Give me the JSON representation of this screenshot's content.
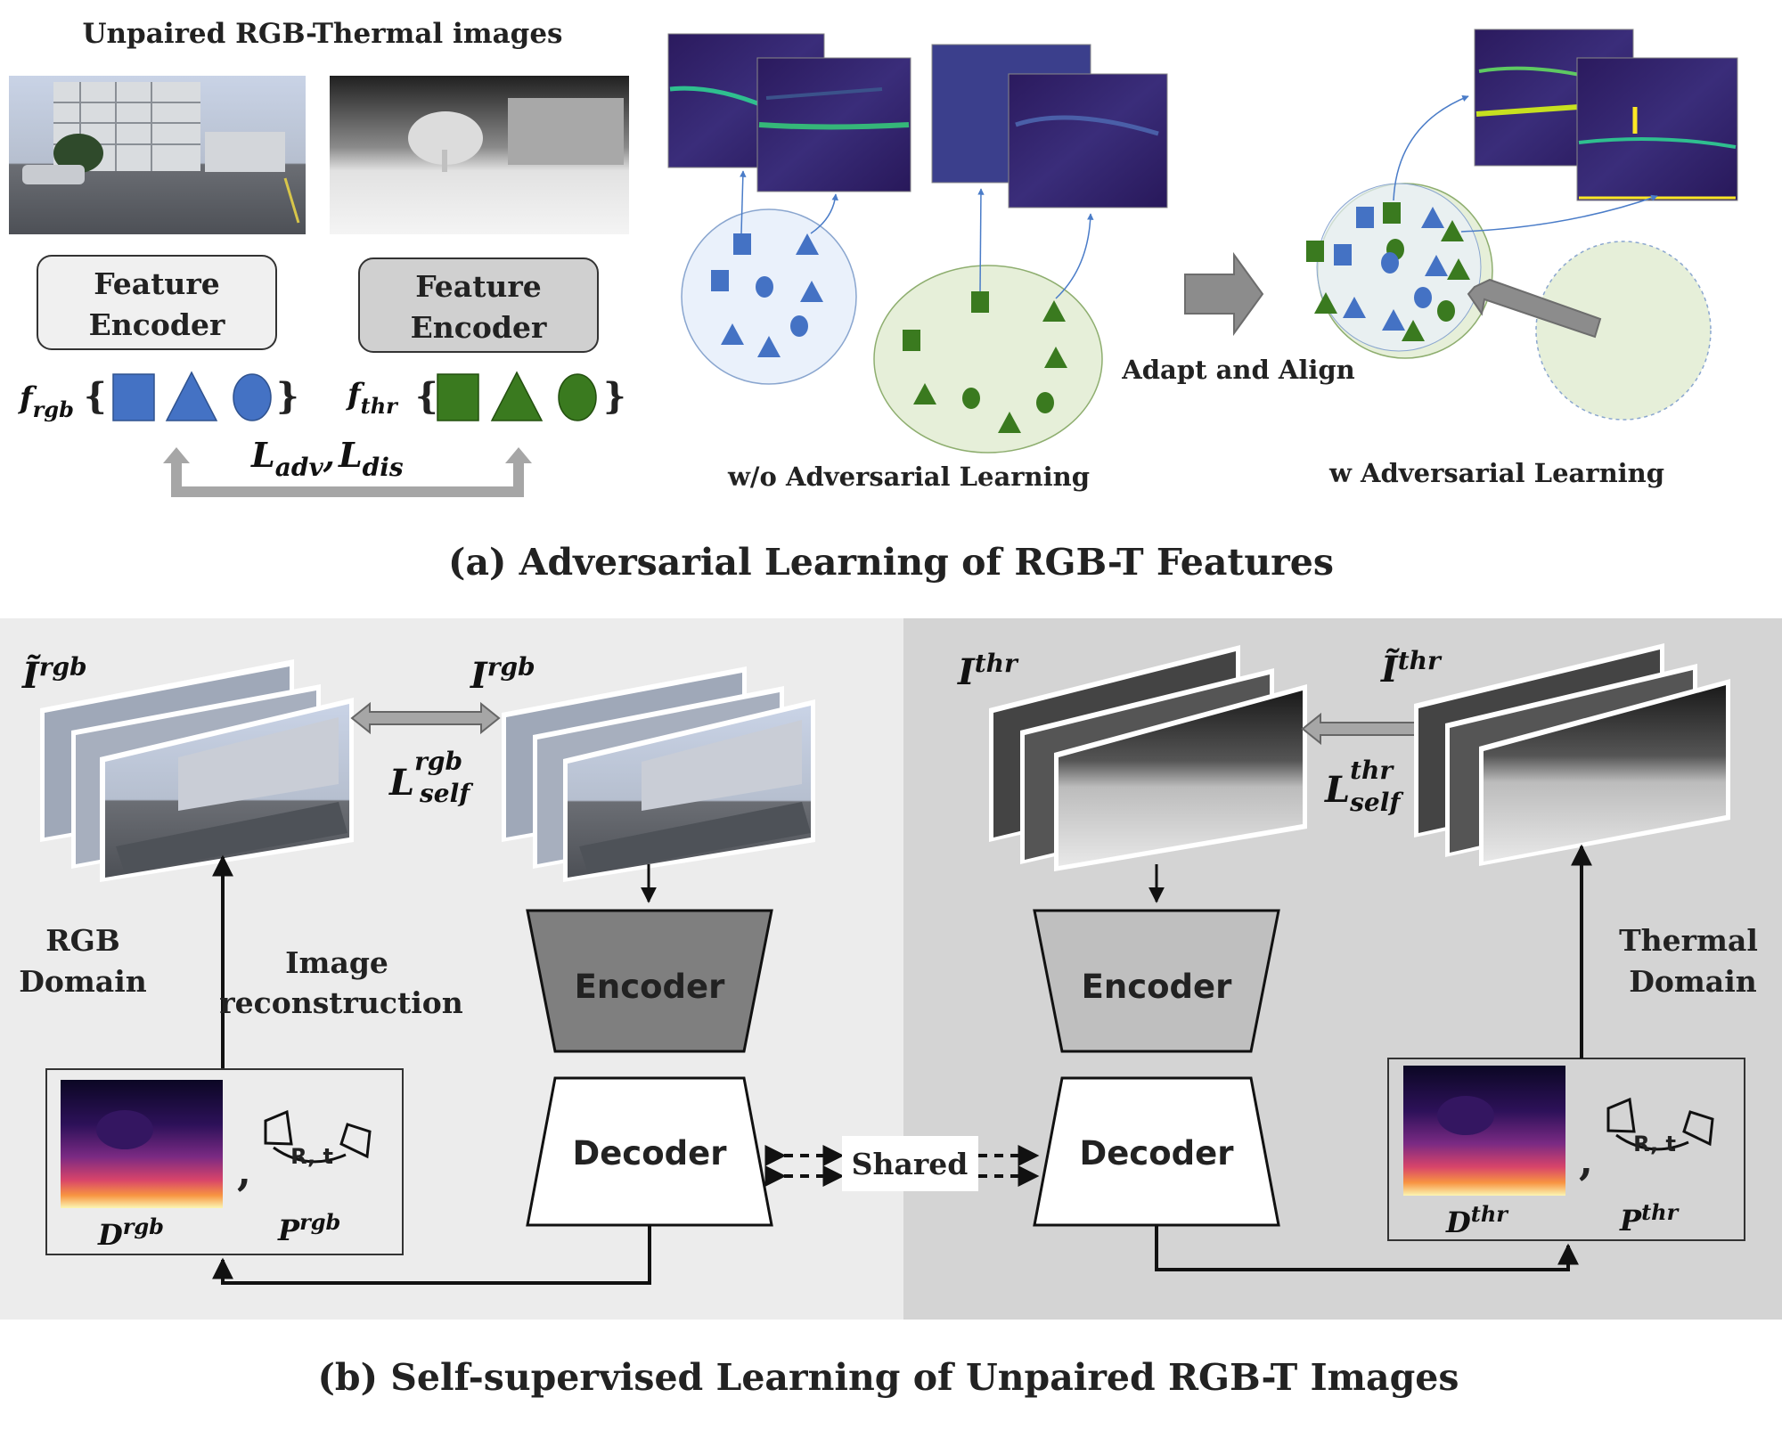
{
  "panel_a": {
    "images_title": "Unpaired RGB-Thermal images",
    "encoder_rgb_line1": "Feature",
    "encoder_rgb_line2": "Encoder",
    "encoder_thr_line1": "Feature",
    "encoder_thr_line2": "Encoder",
    "f_rgb_base": "f",
    "f_rgb_sub": "rgb",
    "f_thr_base": "f",
    "f_thr_sub": "thr",
    "loss_adv_base": "L",
    "loss_adv_sub": "adv",
    "loss_sep": ",",
    "loss_dis_base": "L",
    "loss_dis_sub": "dis",
    "wo_label": "w/o Adversarial Learning",
    "adapt_label": "Adapt and Align",
    "w_label": "w Adversarial Learning",
    "caption": "(a) Adversarial Learning of RGB-T Features"
  },
  "panel_b": {
    "i_tilde_rgb_base": "Ĩ",
    "i_tilde_rgb_sup": "rgb",
    "i_rgb_base": "I",
    "i_rgb_sup": "rgb",
    "l_self_rgb_base": "L",
    "l_self_rgb_sup": "rgb",
    "l_self_rgb_sub": "self",
    "rgb_domain_line1": "RGB",
    "rgb_domain_line2": "Domain",
    "img_recon_line1": "Image",
    "img_recon_line2": "reconstruction",
    "encoder_left": "Encoder",
    "decoder_left": "Decoder",
    "shared": "Shared",
    "encoder_right": "Encoder",
    "decoder_right": "Decoder",
    "d_rgb_base": "D",
    "d_rgb_sup": "rgb",
    "p_rgb_base": "P",
    "p_rgb_sup": "rgb",
    "rt_left": "R, t",
    "comma_left": ",",
    "i_thr_base": "I",
    "i_thr_sup": "thr",
    "i_tilde_thr_base": "Ĩ",
    "i_tilde_thr_sup": "thr",
    "l_self_thr_base": "L",
    "l_self_thr_sup": "thr",
    "l_self_thr_sub": "self",
    "thermal_domain_line1": "Thermal",
    "thermal_domain_line2": "Domain",
    "d_thr_base": "D",
    "d_thr_sup": "thr",
    "p_thr_base": "P",
    "p_thr_sup": "thr",
    "rt_right": "R, t",
    "comma_right": ",",
    "caption": "(b) Self-supervised Learning of Unpaired RGB-T Images"
  },
  "colors": {
    "blue": "#4472c4",
    "green": "#3a7a1f",
    "circle_blue_fill": "#eaf1fb",
    "circle_green_fill": "#e6efd9",
    "panel_left_bg": "#ececec",
    "panel_right_bg": "#d4d4d4",
    "encoder_dark": "#7f7f7f",
    "encoder_light": "#bfbfbf",
    "arrow_gray": "#a6a6a6"
  }
}
